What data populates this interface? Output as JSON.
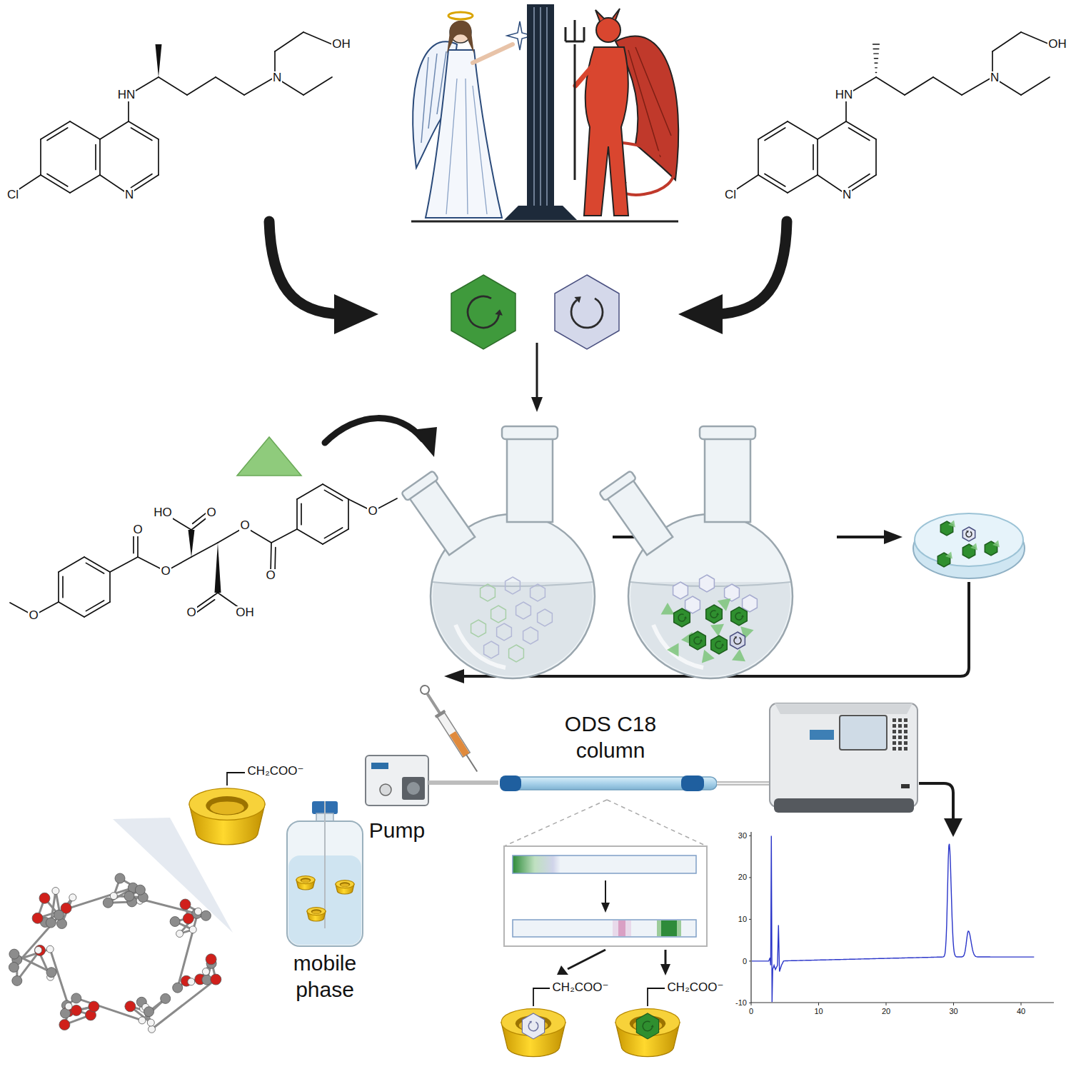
{
  "diagram": {
    "nodes": [
      {
        "text": [
          "mobile phase"
        ]
      },
      {
        "text": [
          "Pump"
        ]
      },
      {
        "text": [
          "ODS C18 column"
        ]
      }
    ],
    "edges": [
      {
        "from": 0,
        "to": 1,
        "arrow": "none"
      },
      {
        "from": 1,
        "to": 2,
        "arrow": "none"
      }
    ],
    "labels": [
      "HN",
      "N",
      "OH",
      "Cl",
      "N",
      "HN",
      "N",
      "OH",
      "Cl",
      "N",
      "HO",
      "O",
      "O",
      "O",
      "O",
      "O",
      "O",
      "O",
      "O",
      "OH",
      "CH₂COO⁻",
      "CH₂COO⁻",
      "CH₂COO⁻",
      "30",
      "20",
      "10",
      "0",
      "-10",
      "0",
      "10",
      "20",
      "30",
      "40"
    ]
  }
}
